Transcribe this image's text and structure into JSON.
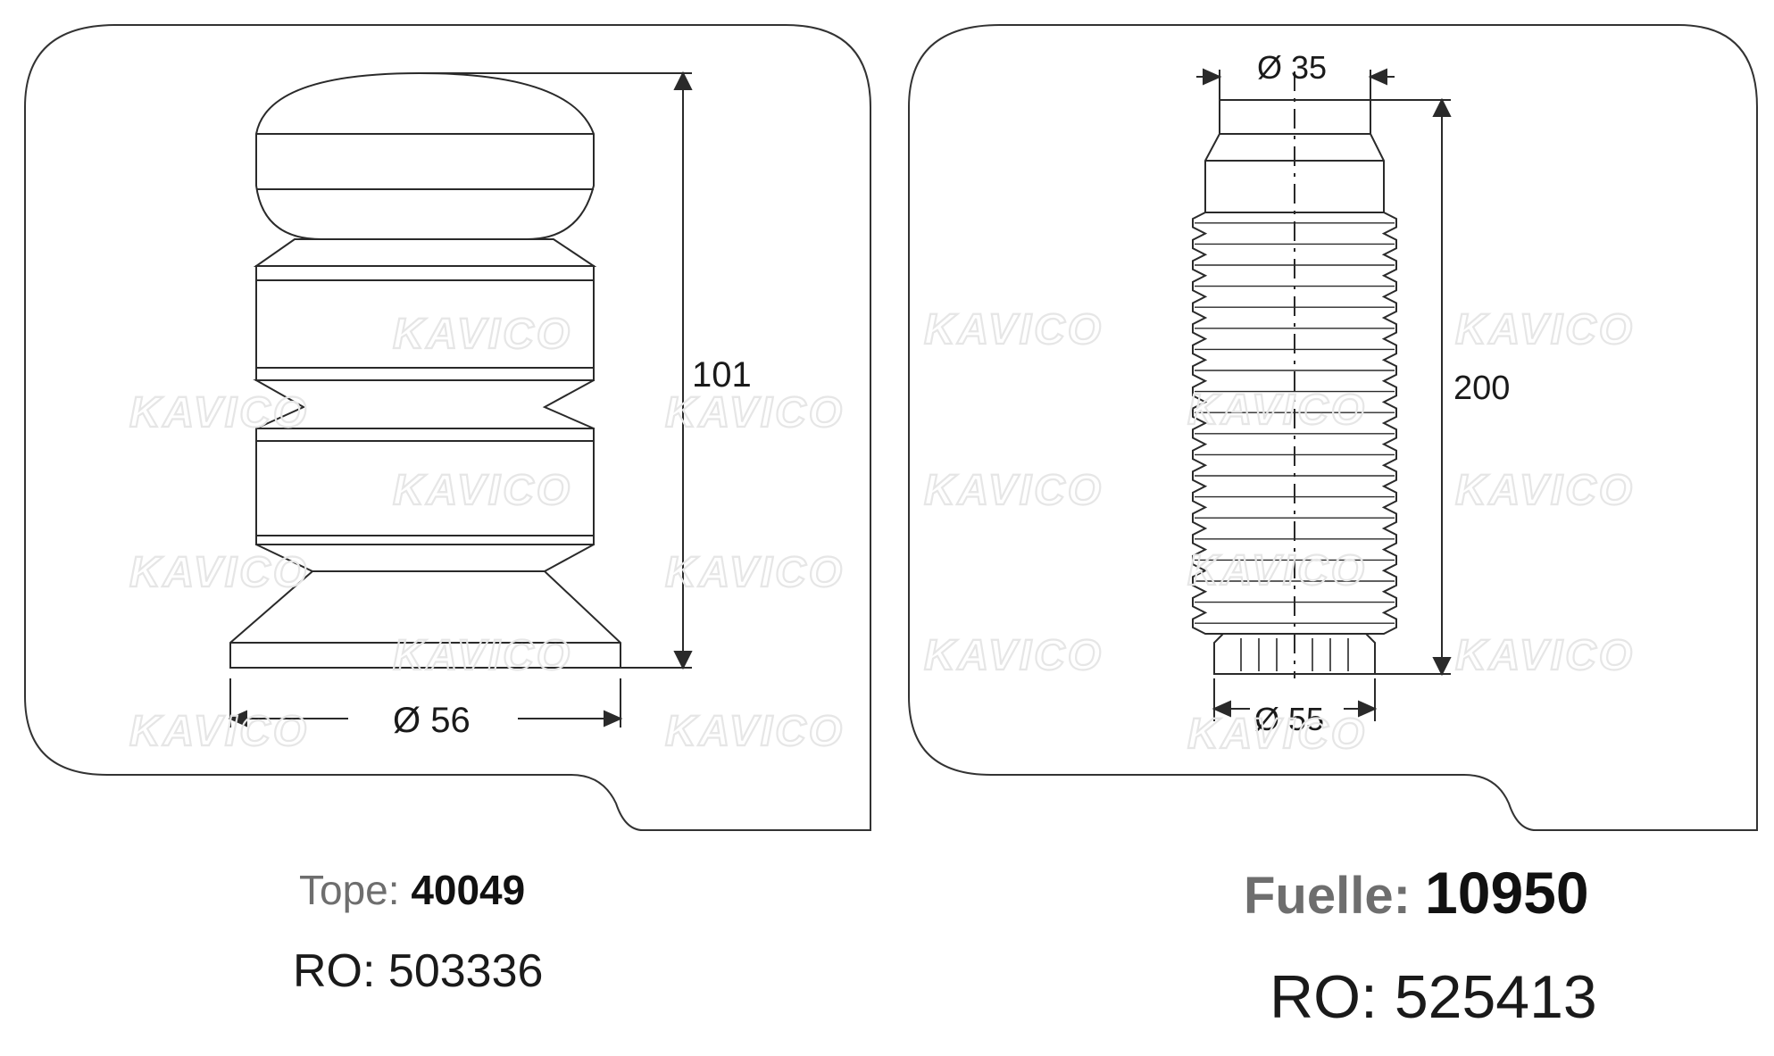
{
  "watermark": "KAVICO",
  "left_part": {
    "height_dim": "101",
    "diameter_dim": "Ø 56",
    "type_label": "Tope:",
    "code": "40049",
    "ro_label": "RO:",
    "ro_number": "503336"
  },
  "right_part": {
    "top_diameter_dim": "Ø 35",
    "height_dim": "200",
    "bottom_diameter_dim": "Ø 55",
    "type_label": "Fuelle:",
    "code": "10950",
    "ro_label": "RO:",
    "ro_number": "525413"
  }
}
